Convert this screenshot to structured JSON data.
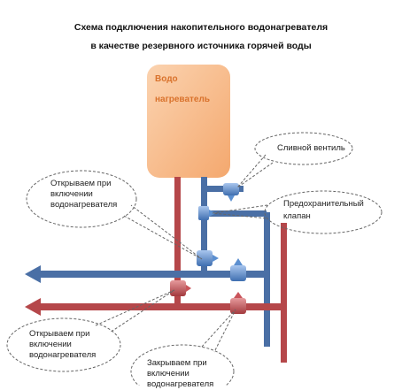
{
  "title_line1": "Схема подключения накопительного водонагревателя",
  "title_line2": "в качестве резервного источника горячей воды",
  "heater": {
    "label_line1": "Водо",
    "label_line2": "нагреватель"
  },
  "callouts": {
    "drain_valve": "Сливной вентиль",
    "safety_valve_line1": "Предохранительный",
    "safety_valve_line2": "клапан",
    "open_top_line1": "Открываем при",
    "open_top_line2": "включении",
    "open_top_line3": "водонагревателя",
    "open_bottom_line1": "Открываем при",
    "open_bottom_line2": "включении",
    "open_bottom_line3": "водонагревателя",
    "close_line1": "Закрываем при",
    "close_line2": "включении",
    "close_line3": "водонагревателя"
  },
  "colors": {
    "cold_pipe": "#4a6fa5",
    "hot_pipe": "#b5474a",
    "heater_fill": "#f7b98a",
    "valve_blue": "#5b8fd0",
    "valve_red": "#c9545a",
    "callout_border": "#666666"
  }
}
